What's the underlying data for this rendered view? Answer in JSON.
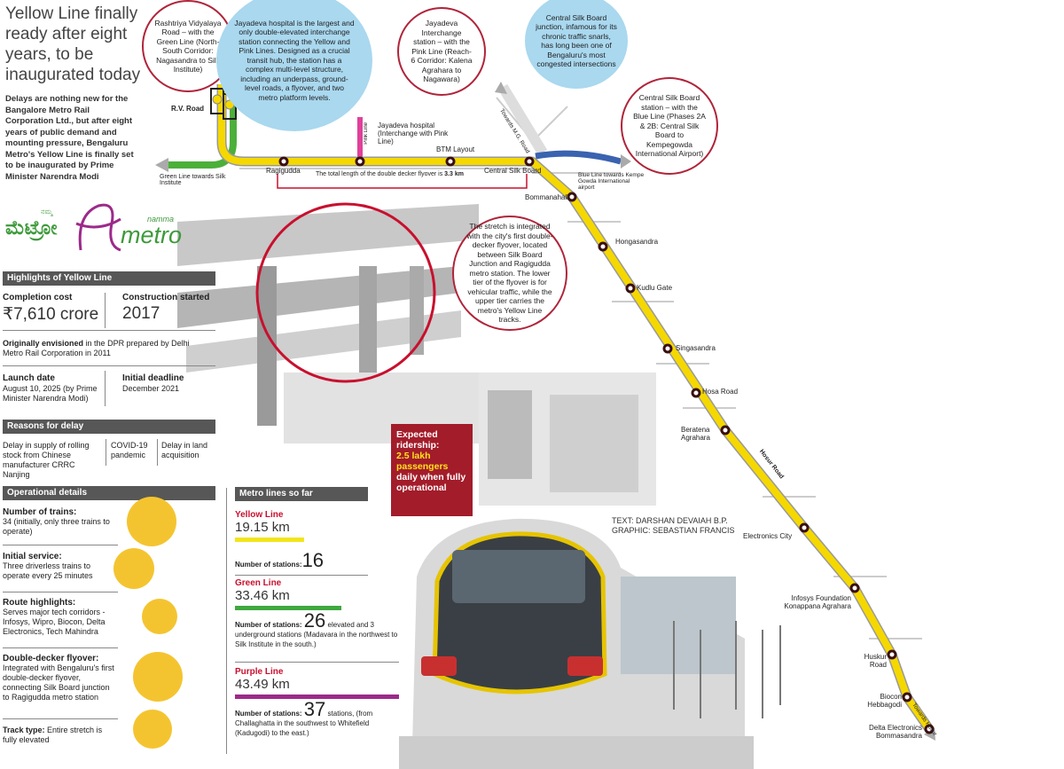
{
  "header": {
    "title": "Yellow Line finally ready after eight years, to be inaugurated today",
    "intro": "Delays are nothing new for the Bangalore Metro Rail Corporation Ltd., but after eight years of public demand and mounting pressure, Bengaluru Metro's Yellow Line is finally set to be inaugurated by Prime Minister Narendra Modi"
  },
  "logo": {
    "kannada": "ಮೆಟ್ರೋ",
    "kannada_small": "ನಮ್ಮ",
    "english": "metro",
    "english_small": "namma"
  },
  "highlights": {
    "heading": "Highlights of Yellow Line",
    "cost_label": "Completion cost",
    "cost_value": "₹7,610 crore",
    "started_label": "Construction started",
    "started_value": "2017",
    "envisioned_label": "Originally envisioned",
    "envisioned_text": "in the DPR prepared by Delhi Metro Rail Corporation in 2011",
    "launch_label": "Launch date",
    "launch_value": "August 10, 2025 (by Prime Minister Narendra Modi)",
    "deadline_label": "Initial deadline",
    "deadline_value": "December 2021"
  },
  "delay": {
    "heading": "Reasons for delay",
    "reasons": [
      "Delay in supply of rolling stock from Chinese manufacturer CRRC Nanjing",
      "COVID-19 pandemic",
      "Delay in land acquisition"
    ]
  },
  "operational": {
    "heading": "Operational details",
    "items": [
      {
        "label": "Number of trains:",
        "text": "34 (initially, only three trains to operate)",
        "icon": "train-icon"
      },
      {
        "label": "Initial service:",
        "text": "Three driverless trains to operate every 25 minutes",
        "icon": "three-trains-icon"
      },
      {
        "label": "Route highlights:",
        "text": "Serves major tech corridors - Infosys, Wipro, Biocon, Delta Electronics, Tech Mahindra",
        "icon": "laptop-train-icon"
      },
      {
        "label": "Double-decker flyover:",
        "text": "Integrated with Bengaluru's first double-decker flyover, connecting Silk Board junction to Ragigudda metro station",
        "icon": "flyover-icon"
      },
      {
        "label": "Track type:",
        "text": "Entire stretch is fully elevated",
        "icon": "elevated-track-icon"
      }
    ]
  },
  "metro_lines": {
    "heading": "Metro lines so far",
    "stations_label": "Number of stations:",
    "lines": [
      {
        "name": "Yellow Line",
        "length": "19.15 km",
        "stations": "16",
        "note": "",
        "color": "#f2e51d"
      },
      {
        "name": "Green Line",
        "length": "33.46 km",
        "stations": "26",
        "note": "elevated and 3 underground stations (Madavara in the northwest to Silk Institute in the south.)",
        "color": "#3fa83f"
      },
      {
        "name": "Purple Line",
        "length": "43.49 km",
        "stations": "37",
        "note": "stations, (from Challaghatta in the southwest to Whitefield (Kadugodi) to the east.)",
        "color": "#9c2a8a"
      }
    ]
  },
  "ridership": {
    "line1": "Expected ridership:",
    "highlight": "2.5 lakh passengers",
    "line2": "daily when fully operational"
  },
  "credits": {
    "text": "TEXT: DARSHAN DEVAIAH B.P.",
    "graphic": "GRAPHIC: SEBASTIAN FRANCIS"
  },
  "callouts": {
    "rv_road": "Rashtriya Vidyalaya Road – with the Green Line (North-South Corridor: Nagasandra to Silk Institute)",
    "jayadeva_hub": "Jayadeva hospital is the largest and only double-elevated interchange station connecting the Yellow and Pink Lines. Designed as a crucial transit hub, the station has a complex multi-level structure, including an underpass, ground-level roads, a flyover, and two metro platform levels.",
    "jayadeva_interchange": "Jayadeva Interchange station – with the Pink Line (Reach-6 Corridor: Kalena Agrahara to Nagawara)",
    "silk_board_junction": "Central Silk Board junction, infamous for its chronic traffic snarls, has long been one of Bengaluru's most congested intersections",
    "silk_board_station": "Central Silk Board station – with the Blue Line (Phases 2A & 2B: Central Silk Board to Kempegowda International Airport)",
    "flyover": "The stretch is integrated with the city's first double-decker flyover, located between Silk Board Junction and Ragigudda metro station. The lower tier of the flyover is for vehicular traffic, while the upper tier carries the metro's Yellow Line tracks."
  },
  "map": {
    "rv_road": "R.V. Road",
    "green_towards": "Green Line towards Silk Institute",
    "pink_line": "Pink Line",
    "jayadeva_label": "Jayadeva hospital (Interchange with Pink Line)",
    "flyover_length_text": "The total length of the double decker flyover is",
    "flyover_length": "3.3 km",
    "towards_mg": "Towards M.G. Road",
    "blue_towards": "Blue Line towards Kempe Gowda International airport",
    "hosur_road": "Hosur Road",
    "towards_hosur": "Towards Hosur",
    "stations": [
      "Ragigudda",
      "BTM Layout",
      "Central Silk Board",
      "Bommanahalli",
      "Hongasandra",
      "Kudlu Gate",
      "Singasandra",
      "Hosa Road",
      "Beratena Agrahara",
      "Electronics City",
      "Infosys Foundation Konappana Agrahara",
      "Huskur Road",
      "Biocon Hebbagodi",
      "Delta Electronics Bommasandra"
    ]
  }
}
